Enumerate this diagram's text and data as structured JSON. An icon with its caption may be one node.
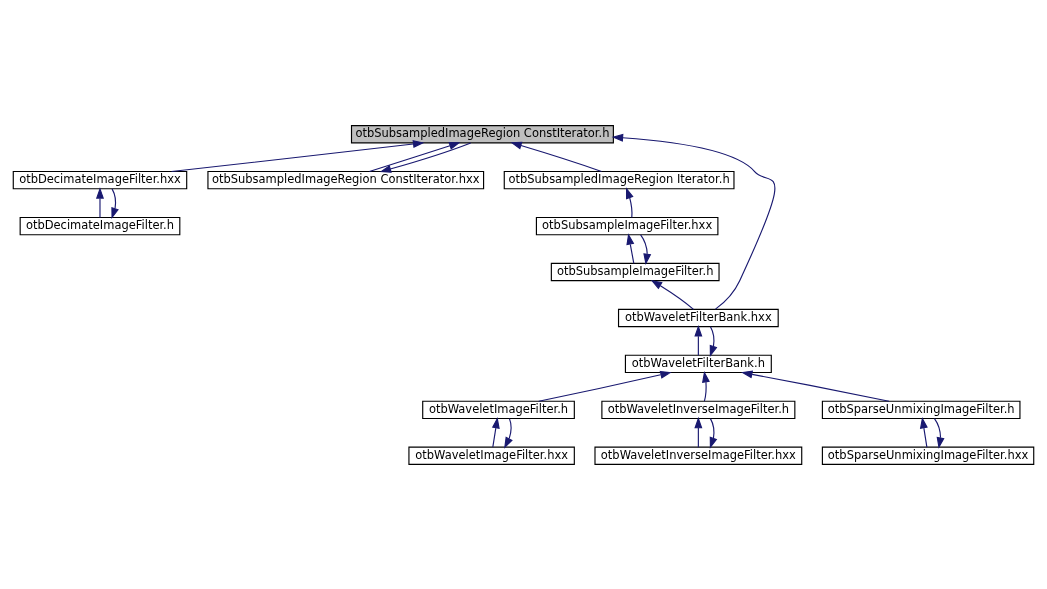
{
  "diagram": {
    "nodes": [
      {
        "text": [
          "otbSubsampledImageRegion ConstIterator.h"
        ]
      },
      {
        "text": [
          "otbDecimateImageFilter.hxx"
        ]
      },
      {
        "text": [
          "otbSubsampledImageRegion ConstIterator.hxx"
        ]
      },
      {
        "text": [
          "otbSubsampledImageRegion Iterator.h"
        ]
      },
      {
        "text": [
          "otbDecimateImageFilter.h"
        ]
      },
      {
        "text": [
          "otbSubsampleImageFilter.hxx"
        ]
      },
      {
        "text": [
          "otbSubsampleImageFilter.h"
        ]
      },
      {
        "text": [
          "otbWaveletFilterBank.hxx"
        ]
      },
      {
        "text": [
          "otbWaveletFilterBank.h"
        ]
      },
      {
        "text": [
          "otbWaveletImageFilter.h"
        ]
      },
      {
        "text": [
          "otbWaveletInverseImageFilter.h"
        ]
      },
      {
        "text": [
          "otbSparseUnmixingImageFilter.h"
        ]
      },
      {
        "text": [
          "otbWaveletImageFilter.hxx"
        ]
      },
      {
        "text": [
          "otbWaveletInverseImageFilter.hxx"
        ]
      },
      {
        "text": [
          "otbSparseUnmixingImageFilter.hxx"
        ]
      }
    ],
    "edges": [
      {
        "from": 1,
        "to": 0,
        "arrow": "to"
      },
      {
        "from": 2,
        "to": 0,
        "arrow": "to"
      },
      {
        "from": 0,
        "to": 2,
        "arrow": "to"
      },
      {
        "from": 3,
        "to": 0,
        "arrow": "to"
      },
      {
        "from": 7,
        "to": 0,
        "arrow": "to"
      },
      {
        "from": 4,
        "to": 1,
        "arrow": "to"
      },
      {
        "from": 1,
        "to": 4,
        "arrow": "to"
      },
      {
        "from": 5,
        "to": 3,
        "arrow": "to"
      },
      {
        "from": 6,
        "to": 5,
        "arrow": "to"
      },
      {
        "from": 5,
        "to": 6,
        "arrow": "to"
      },
      {
        "from": 7,
        "to": 6,
        "arrow": "to"
      },
      {
        "from": 8,
        "to": 7,
        "arrow": "to"
      },
      {
        "from": 7,
        "to": 8,
        "arrow": "to"
      },
      {
        "from": 9,
        "to": 8,
        "arrow": "to"
      },
      {
        "from": 10,
        "to": 8,
        "arrow": "to"
      },
      {
        "from": 11,
        "to": 8,
        "arrow": "to"
      },
      {
        "from": 12,
        "to": 9,
        "arrow": "to"
      },
      {
        "from": 9,
        "to": 12,
        "arrow": "to"
      },
      {
        "from": 13,
        "to": 10,
        "arrow": "to"
      },
      {
        "from": 10,
        "to": 13,
        "arrow": "to"
      },
      {
        "from": 14,
        "to": 11,
        "arrow": "to"
      },
      {
        "from": 11,
        "to": 14,
        "arrow": "to"
      }
    ]
  }
}
